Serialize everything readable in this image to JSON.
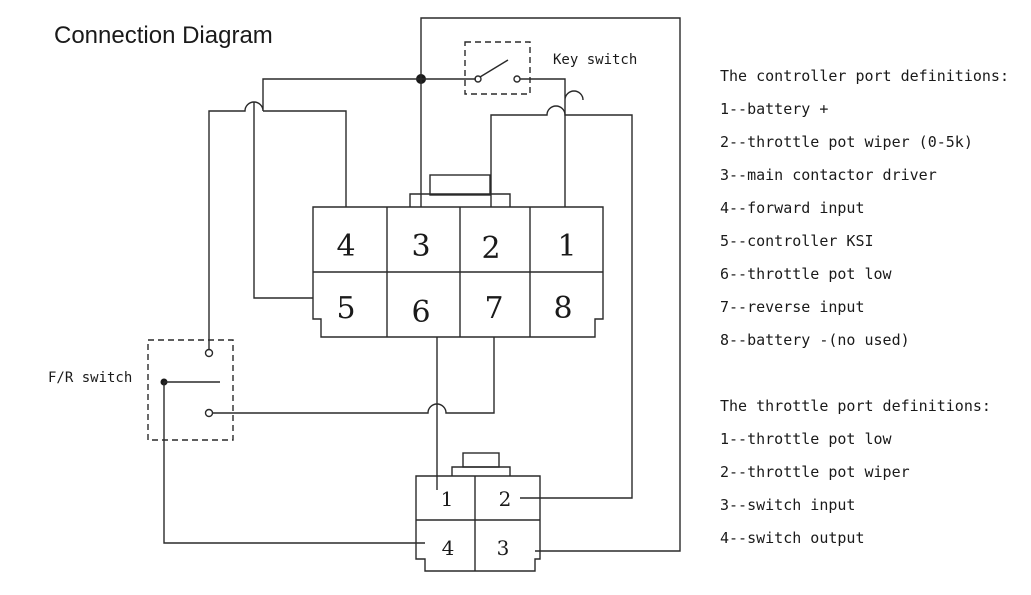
{
  "title": "Connection Diagram",
  "labels": {
    "key_switch": "Key switch",
    "fr_switch": "F/R switch"
  },
  "controller_connector": {
    "top_row": [
      "4",
      "3",
      "2",
      "1"
    ],
    "bottom_row": [
      "5",
      "6",
      "7",
      "8"
    ]
  },
  "throttle_connector": {
    "top_row": [
      "1",
      "2"
    ],
    "bottom_row": [
      "4",
      "3"
    ]
  },
  "controller_definitions": {
    "heading": "The controller port definitions:",
    "items": [
      "1--battery +",
      "2--throttle pot wiper (0-5k)",
      "3--main contactor driver",
      "4--forward input",
      "5--controller KSI",
      "6--throttle pot low",
      "7--reverse input",
      "8--battery -(no used)"
    ]
  },
  "throttle_definitions": {
    "heading": "The throttle port definitions:",
    "items": [
      "1--throttle pot low",
      "2--throttle pot wiper",
      "3--switch input",
      "4--switch output"
    ]
  }
}
